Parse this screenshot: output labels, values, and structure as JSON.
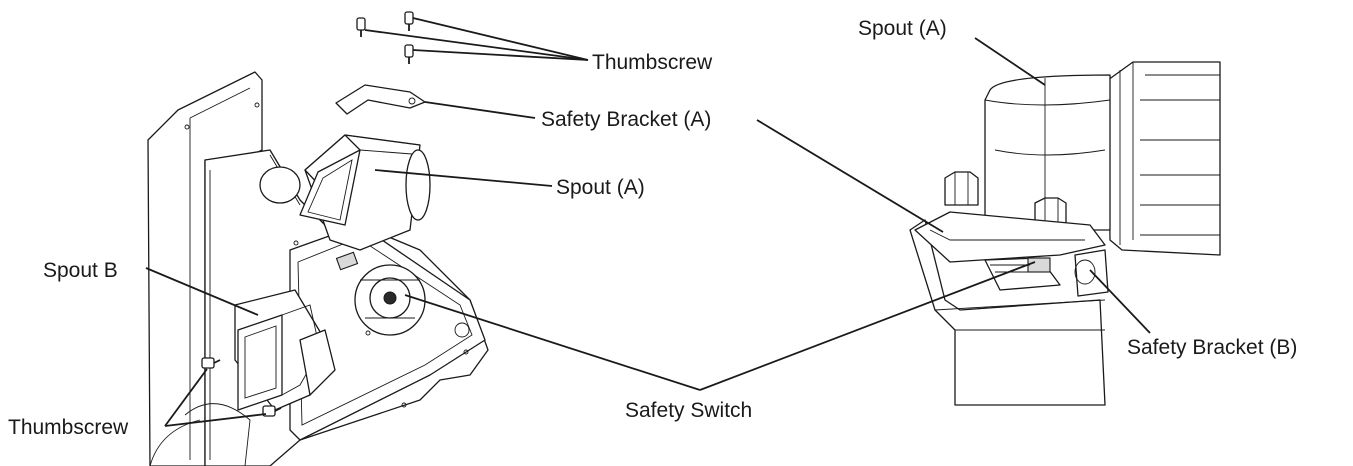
{
  "labels": {
    "thumbscrew_top": "Thumbscrew",
    "safety_bracket_a_left": "Safety Bracket (A)",
    "spout_a_left": "Spout (A)",
    "spout_b": "Spout B",
    "thumbscrew_bottom": "Thumbscrew",
    "safety_switch": "Safety Switch",
    "spout_a_right": "Spout (A)",
    "safety_bracket_b": "Safety Bracket (B)"
  }
}
